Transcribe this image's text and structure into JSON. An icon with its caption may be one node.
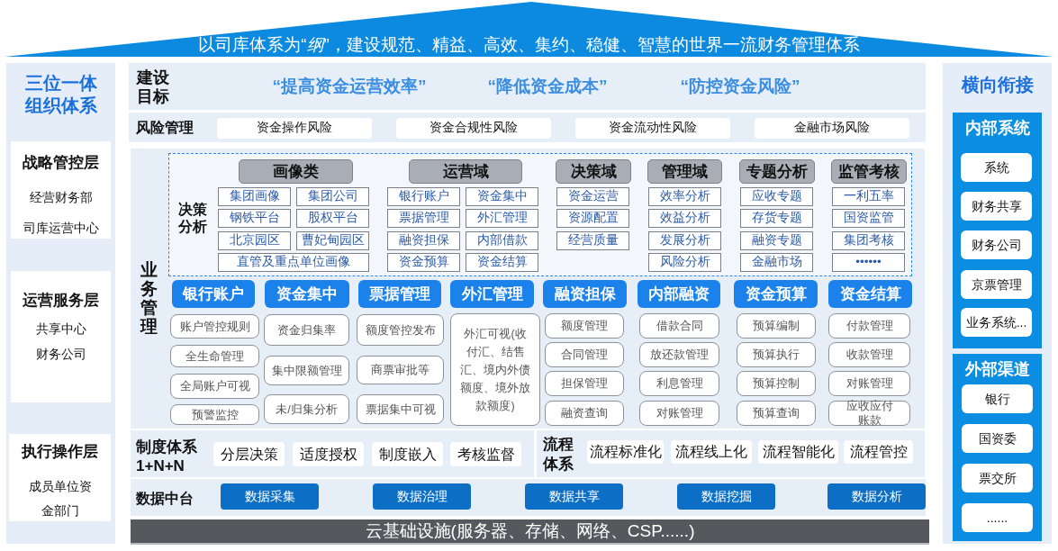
{
  "diagram": {
    "nodes": [
      {
        "text": [
          "以司库体系为“*纲*”，建设规范、精益、高效、集约、稳健、智慧的世界一流财务管理体系"
        ]
      },
      {
        "text": [
          "三位一体组织体系"
        ]
      },
      {
        "text": [
          "战略管控层",
          "经营财务部",
          "司库运营中心"
        ],
        "in": 1
      },
      {
        "text": [
          "运营服务层",
          "共享中心",
          "财务公司"
        ],
        "in": 1
      },
      {
        "text": [
          "执行操作层",
          "成员单位资金部门"
        ],
        "in": 1
      },
      {
        "text": [
          "建设目标",
          "“提高资金运营效率”",
          "“降低资金成本”",
          "“防控资金风险”"
        ]
      },
      {
        "text": [
          "风险管理"
        ]
      },
      {
        "text": [
          "资金操作风险"
        ],
        "in": 6
      },
      {
        "text": [
          "资金合规性风险"
        ],
        "in": 6
      },
      {
        "text": [
          "资金流动性风险"
        ],
        "in": 6
      },
      {
        "text": [
          "金融市场风险"
        ],
        "in": 6
      },
      {
        "text": [
          "业务管理"
        ]
      },
      {
        "text": [
          "决策分析"
        ],
        "in": 11
      },
      {
        "text": [
          "画像类"
        ],
        "in": 12
      },
      {
        "text": [
          "集团画像"
        ],
        "in": 12
      },
      {
        "text": [
          "集团公司"
        ],
        "in": 12
      },
      {
        "text": [
          "钢铁平台"
        ],
        "in": 12
      },
      {
        "text": [
          "股权平台"
        ],
        "in": 12
      },
      {
        "text": [
          "北京园区"
        ],
        "in": 12
      },
      {
        "text": [
          "曹妃甸园区"
        ],
        "in": 12
      },
      {
        "text": [
          "直管及重点单位画像"
        ],
        "in": 12
      },
      {
        "text": [
          "运营域"
        ],
        "in": 12
      },
      {
        "text": [
          "银行账户"
        ],
        "in": 12
      },
      {
        "text": [
          "资金集中"
        ],
        "in": 12
      },
      {
        "text": [
          "票据管理"
        ],
        "in": 12
      },
      {
        "text": [
          "外汇管理"
        ],
        "in": 12
      },
      {
        "text": [
          "融资担保"
        ],
        "in": 12
      },
      {
        "text": [
          "内部借款"
        ],
        "in": 12
      },
      {
        "text": [
          "资金预算"
        ],
        "in": 12
      },
      {
        "text": [
          "资金结算"
        ],
        "in": 12
      },
      {
        "text": [
          "决策域"
        ],
        "in": 12
      },
      {
        "text": [
          "资金运营"
        ],
        "in": 12
      },
      {
        "text": [
          "资源配置"
        ],
        "in": 12
      },
      {
        "text": [
          "经营质量"
        ],
        "in": 12
      },
      {
        "text": [
          "管理域"
        ],
        "in": 12
      },
      {
        "text": [
          "效率分析"
        ],
        "in": 12
      },
      {
        "text": [
          "效益分析"
        ],
        "in": 12
      },
      {
        "text": [
          "发展分析"
        ],
        "in": 12
      },
      {
        "text": [
          "风险分析"
        ],
        "in": 12
      },
      {
        "text": [
          "专题分析"
        ],
        "in": 12
      },
      {
        "text": [
          "应收专题"
        ],
        "in": 12
      },
      {
        "text": [
          "存货专题"
        ],
        "in": 12
      },
      {
        "text": [
          "融资专题"
        ],
        "in": 12
      },
      {
        "text": [
          "金融市场"
        ],
        "in": 12
      },
      {
        "text": [
          "监管考核"
        ],
        "in": 12
      },
      {
        "text": [
          "一利五率"
        ],
        "in": 12
      },
      {
        "text": [
          "国资监管"
        ],
        "in": 12
      },
      {
        "text": [
          "集团考核"
        ],
        "in": 12
      },
      {
        "text": [
          "••••••"
        ],
        "in": 12
      },
      {
        "text": [
          "银行账户"
        ],
        "in": 11
      },
      {
        "text": [
          "账户管控规则"
        ],
        "in": 11
      },
      {
        "text": [
          "全生命管理"
        ],
        "in": 11
      },
      {
        "text": [
          "全局账户可视"
        ],
        "in": 11
      },
      {
        "text": [
          "预警监控"
        ],
        "in": 11
      },
      {
        "text": [
          "资金集中"
        ],
        "in": 11
      },
      {
        "text": [
          "资金归集率"
        ],
        "in": 11
      },
      {
        "text": [
          "集中限额管理"
        ],
        "in": 11
      },
      {
        "text": [
          "未/归集分析"
        ],
        "in": 11
      },
      {
        "text": [
          "票据管理"
        ],
        "in": 11
      },
      {
        "text": [
          "额度管控发布"
        ],
        "in": 11
      },
      {
        "text": [
          "商票审批等"
        ],
        "in": 11
      },
      {
        "text": [
          "票据集中可视"
        ],
        "in": 11
      },
      {
        "text": [
          "外汇管理"
        ],
        "in": 11
      },
      {
        "text": [
          "外汇可视(收付汇、结售汇、境内外债额度、境外放款额度)"
        ],
        "in": 11
      },
      {
        "text": [
          "融资担保"
        ],
        "in": 11
      },
      {
        "text": [
          "额度管理"
        ],
        "in": 11
      },
      {
        "text": [
          "合同管理"
        ],
        "in": 11
      },
      {
        "text": [
          "担保管理"
        ],
        "in": 11
      },
      {
        "text": [
          "融资查询"
        ],
        "in": 11
      },
      {
        "text": [
          "内部融资"
        ],
        "in": 11
      },
      {
        "text": [
          "借款合同"
        ],
        "in": 11
      },
      {
        "text": [
          "放还款管理"
        ],
        "in": 11
      },
      {
        "text": [
          "利息管理"
        ],
        "in": 11
      },
      {
        "text": [
          "对账管理"
        ],
        "in": 11
      },
      {
        "text": [
          "资金预算"
        ],
        "in": 11
      },
      {
        "text": [
          "预算编制"
        ],
        "in": 11
      },
      {
        "text": [
          "预算执行"
        ],
        "in": 11
      },
      {
        "text": [
          "预算控制"
        ],
        "in": 11
      },
      {
        "text": [
          "预算查询"
        ],
        "in": 11
      },
      {
        "text": [
          "资金结算"
        ],
        "in": 11
      },
      {
        "text": [
          "付款管理"
        ],
        "in": 11
      },
      {
        "text": [
          "收款管理"
        ],
        "in": 11
      },
      {
        "text": [
          "对账管理"
        ],
        "in": 11
      },
      {
        "text": [
          "应收应付账款"
        ],
        "in": 11
      },
      {
        "text": [
          "制度体系",
          "1+N+N"
        ]
      },
      {
        "text": [
          "分层决策"
        ],
        "in": 84
      },
      {
        "text": [
          "适度授权"
        ],
        "in": 84
      },
      {
        "text": [
          "制度嵌入"
        ],
        "in": 84
      },
      {
        "text": [
          "考核监督"
        ],
        "in": 84
      },
      {
        "text": [
          "流程体系"
        ]
      },
      {
        "text": [
          "流程标准化"
        ],
        "in": 89
      },
      {
        "text": [
          "流程线上化"
        ],
        "in": 89
      },
      {
        "text": [
          "流程智能化"
        ],
        "in": 89
      },
      {
        "text": [
          "流程管控"
        ],
        "in": 89
      },
      {
        "text": [
          "数据中台"
        ]
      },
      {
        "text": [
          "数据采集"
        ],
        "in": 94
      },
      {
        "text": [
          "数据治理"
        ],
        "in": 94
      },
      {
        "text": [
          "数据共享"
        ],
        "in": 94
      },
      {
        "text": [
          "数据挖掘"
        ],
        "in": 94
      },
      {
        "text": [
          "数据分析"
        ],
        "in": 94
      },
      {
        "text": [
          "云基础设施(服务器、存储、网络、CSP......)"
        ]
      },
      {
        "text": [
          "横向衔接"
        ]
      },
      {
        "text": [
          "内部系统"
        ],
        "in": 101
      },
      {
        "text": [
          "系统"
        ],
        "in": 102
      },
      {
        "text": [
          "财务共享"
        ],
        "in": 102
      },
      {
        "text": [
          "财务公司"
        ],
        "in": 102
      },
      {
        "text": [
          "京票管理"
        ],
        "in": 102
      },
      {
        "text": [
          "业务系统..."
        ],
        "in": 102
      },
      {
        "text": [
          "外部渠道"
        ],
        "in": 101
      },
      {
        "text": [
          "银行"
        ],
        "in": 108
      },
      {
        "text": [
          "国资委"
        ],
        "in": 108
      },
      {
        "text": [
          "票交所"
        ],
        "in": 108
      },
      {
        "text": [
          "......"
        ],
        "in": 108
      }
    ]
  }
}
